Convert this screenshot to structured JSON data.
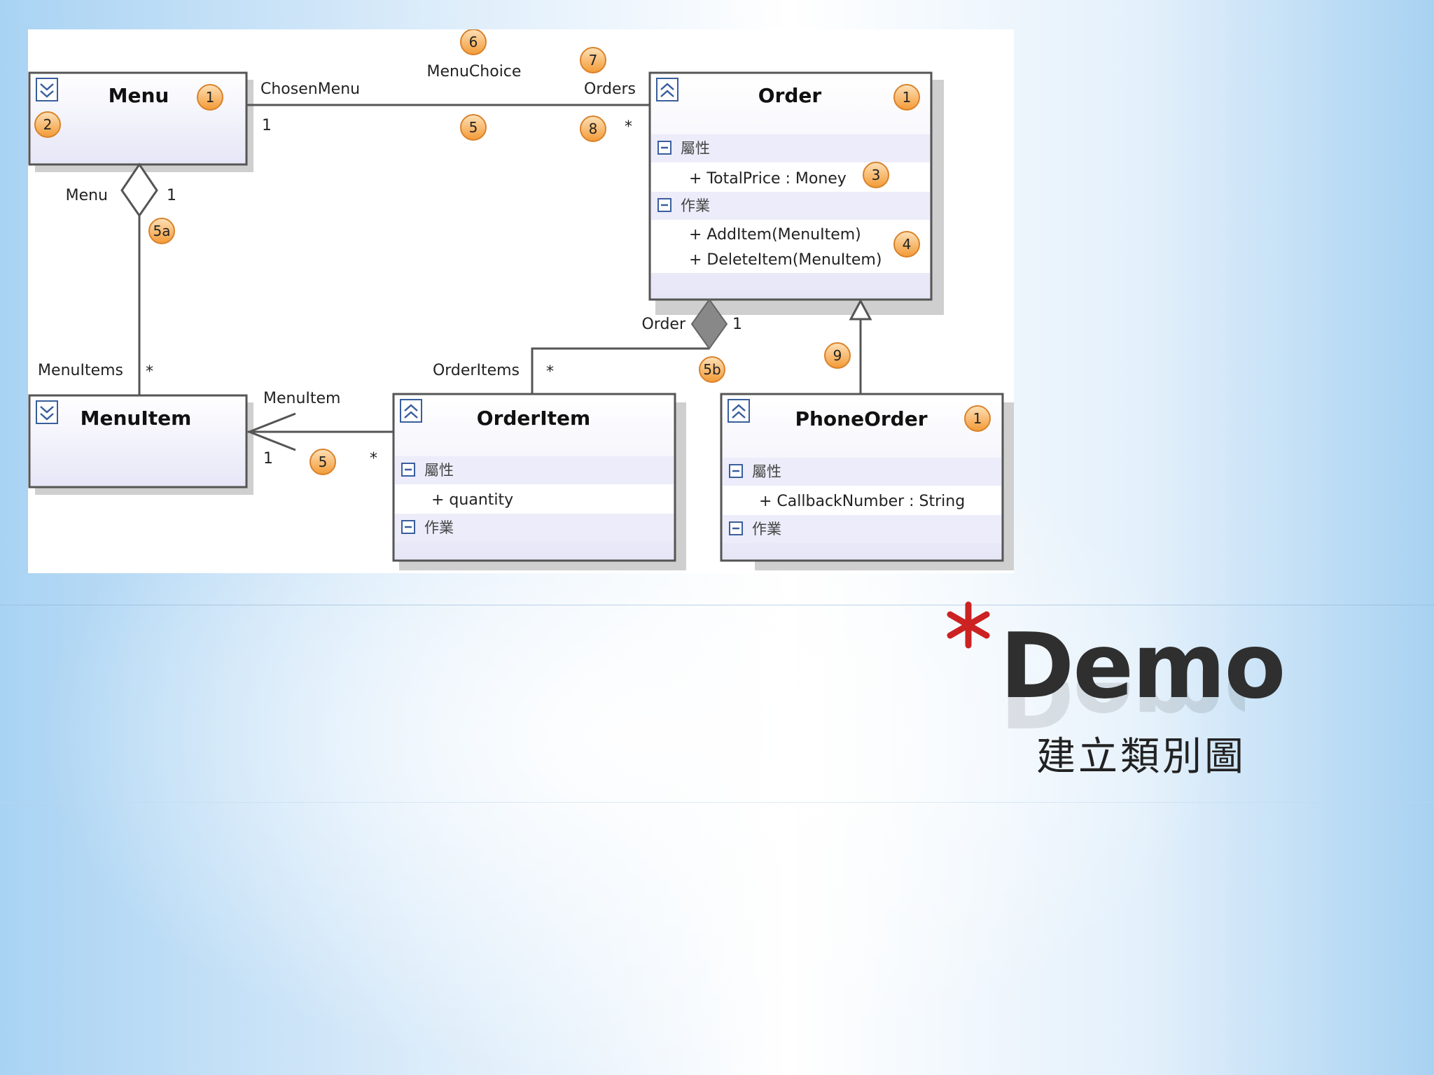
{
  "slide": {
    "title": "Demo",
    "subtitle": "建立類別圖",
    "accent_color": "#cc2222"
  },
  "diagram": {
    "colors": {
      "header_fill": "#e9e9f8",
      "border": "#555555",
      "line": "#555555",
      "badge_fill": "#f5a54a",
      "badge_stroke": "#d9822b"
    },
    "classes": {
      "menu": {
        "name": "Menu"
      },
      "menuitem": {
        "name": "MenuItem"
      },
      "order": {
        "name": "Order",
        "attributes_label": "屬性",
        "attribute": "+ TotalPrice : Money",
        "operations_label": "作業",
        "operations": [
          "+ AddItem(MenuItem)",
          "+ DeleteItem(MenuItem)"
        ]
      },
      "orderitem": {
        "name": "OrderItem",
        "attributes_label": "屬性",
        "attribute": "+ quantity",
        "operations_label": "作業"
      },
      "phoneorder": {
        "name": "PhoneOrder",
        "attributes_label": "屬性",
        "attribute": "+ CallbackNumber : String",
        "operations_label": "作業"
      }
    },
    "association_labels": {
      "chosen_menu": "ChosenMenu",
      "menu_choice": "MenuChoice",
      "orders": "Orders",
      "menu_end": "Menu",
      "menu_items": "MenuItems",
      "menu_item": "MenuItem",
      "order_end": "Order",
      "order_items": "OrderItems"
    },
    "multiplicities": {
      "chosen_menu_mult": "1",
      "orders_mult": "*",
      "menu_agg_mult": "1",
      "menu_items_mult": "*",
      "menuitem_assoc_mult": "1",
      "orderitem_assoc_mult": "*",
      "order_comp_mult": "1",
      "order_items_mult": "*"
    },
    "badges": {
      "b_order_1": "1",
      "b_menu_1": "1",
      "b_menu_2": "2",
      "b_order_3": "3",
      "b_order_4": "4",
      "b_assoc_5": "5",
      "b_agg_5a": "5a",
      "b_comp_5b": "5b",
      "b_item_5": "5",
      "b_menuchoice_6": "6",
      "b_orders_7": "7",
      "b_orders_8": "8",
      "b_inherit_9": "9",
      "b_phone_1": "1"
    }
  }
}
